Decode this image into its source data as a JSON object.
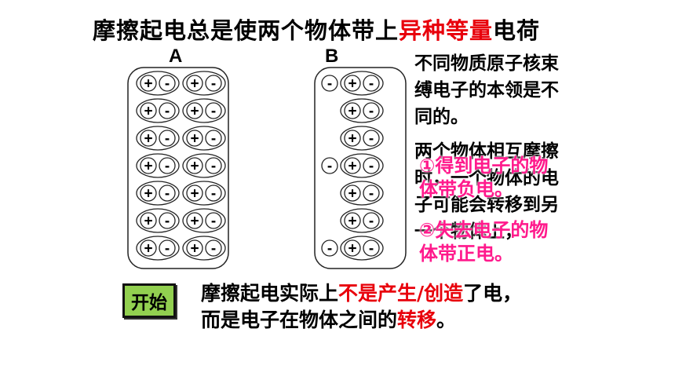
{
  "title": {
    "part1": "摩擦起电总是使两个物体带上",
    "highlight": "异种等量",
    "part2": "电荷"
  },
  "labels": {
    "a": "A",
    "b": "B"
  },
  "diagram": {
    "plus": "+",
    "minus": "-",
    "body_a": {
      "rows": 7,
      "pairs_per_row": 2
    },
    "body_b": {
      "rows": 7,
      "free_minus_rows": [
        0,
        3,
        6
      ]
    }
  },
  "text": {
    "p1": "不同物质原子核束缚电子的本领是不同的。",
    "p2": "两个物体相互摩擦时，一个物体的电子可能会转移到另一个物体上，",
    "overlay1": "①得到电子的物体带负电。",
    "overlay2": "②失去电子的物体带正电。"
  },
  "start_button": "开始",
  "bottom": {
    "t1": "摩擦起电实际上",
    "t2": "不是产生/创造",
    "t3": "了电，而是电子在物体之间的",
    "t4": "转移",
    "t5": "。"
  },
  "colors": {
    "highlight": "#e8000b",
    "overlay": "#ff1a8c",
    "button": "#92d050"
  }
}
